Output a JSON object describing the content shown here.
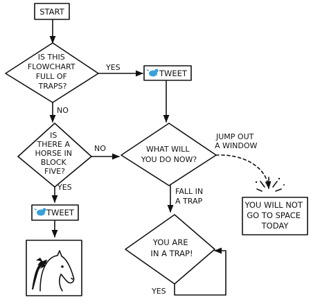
{
  "nodes": {
    "start": "START",
    "traps_q": [
      "IS THIS",
      "FLOWCHART",
      "FULL OF",
      "TRAPS?"
    ],
    "tweet_top": "TWEET",
    "horse_q": [
      "IS",
      "THERE A",
      "HORSE IN",
      "BLOCK",
      "FIVE?"
    ],
    "what_q": [
      "WHAT WILL",
      "YOU DO NOW?"
    ],
    "tweet_bottom": "TWEET",
    "space": [
      "YOU WILL NOT",
      "GO TO SPACE",
      "TODAY"
    ],
    "trap": [
      "YOU ARE",
      "IN A TRAP!"
    ]
  },
  "edges": {
    "traps_yes": "YES",
    "traps_no": "NO",
    "horse_no": "NO",
    "horse_yes": "YES",
    "jump": [
      "JUMP OUT",
      "A WINDOW"
    ],
    "fall": [
      "FALL IN",
      "A TRAP"
    ],
    "trap_yes": "YES"
  },
  "icons": {
    "bird": "twitter-bird-icon",
    "horse": "horse-head-drawing"
  },
  "colors": {
    "bird": "#3aa0d8",
    "ink": "#111111"
  }
}
